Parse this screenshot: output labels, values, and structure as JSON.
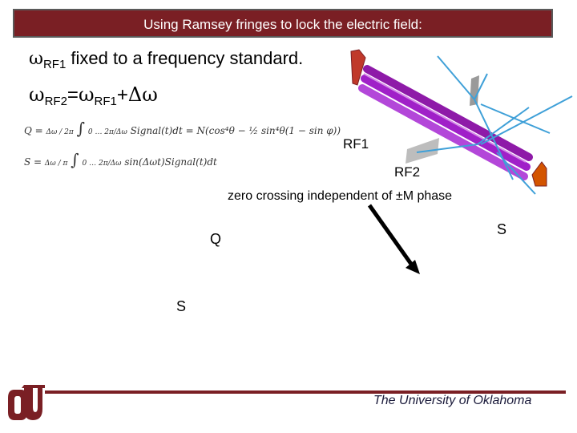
{
  "title": "Using Ramsey fringes to lock the electric field:",
  "line1": {
    "omega": "ω",
    "sub": "RF1",
    "text": " fixed to a frequency standard."
  },
  "line2": {
    "omega1": "ω",
    "sub1": "RF2",
    "eq": "=",
    "omega2": "ω",
    "sub2": "RF1",
    "plus": "+",
    "delta": "Δω"
  },
  "formula_q": {
    "lhs": "Q =",
    "frac": "Δω / 2π",
    "integral": "∫",
    "bounds": "0 … 2π/Δω",
    "body": "Signal(t)dt = N(cos⁴θ − ½ sin⁴θ(1 − sin φ))"
  },
  "formula_s": {
    "lhs": "S =",
    "frac": "Δω / π",
    "integral": "∫",
    "bounds": "0 … 2π/Δω",
    "body": "sin(Δωt)Signal(t)dt"
  },
  "labels": {
    "rf1": "RF1",
    "rf2": "RF2",
    "zero_crossing": "zero crossing independent of ±M phase",
    "q_axis": "Q",
    "s_axis_right": "S",
    "s_axis_left": "S"
  },
  "footer": {
    "university": "The University of Oklahoma"
  },
  "colors": {
    "crimson": "#7a1f24",
    "beam": "#a020c8",
    "wire": "#3fa0d8"
  }
}
